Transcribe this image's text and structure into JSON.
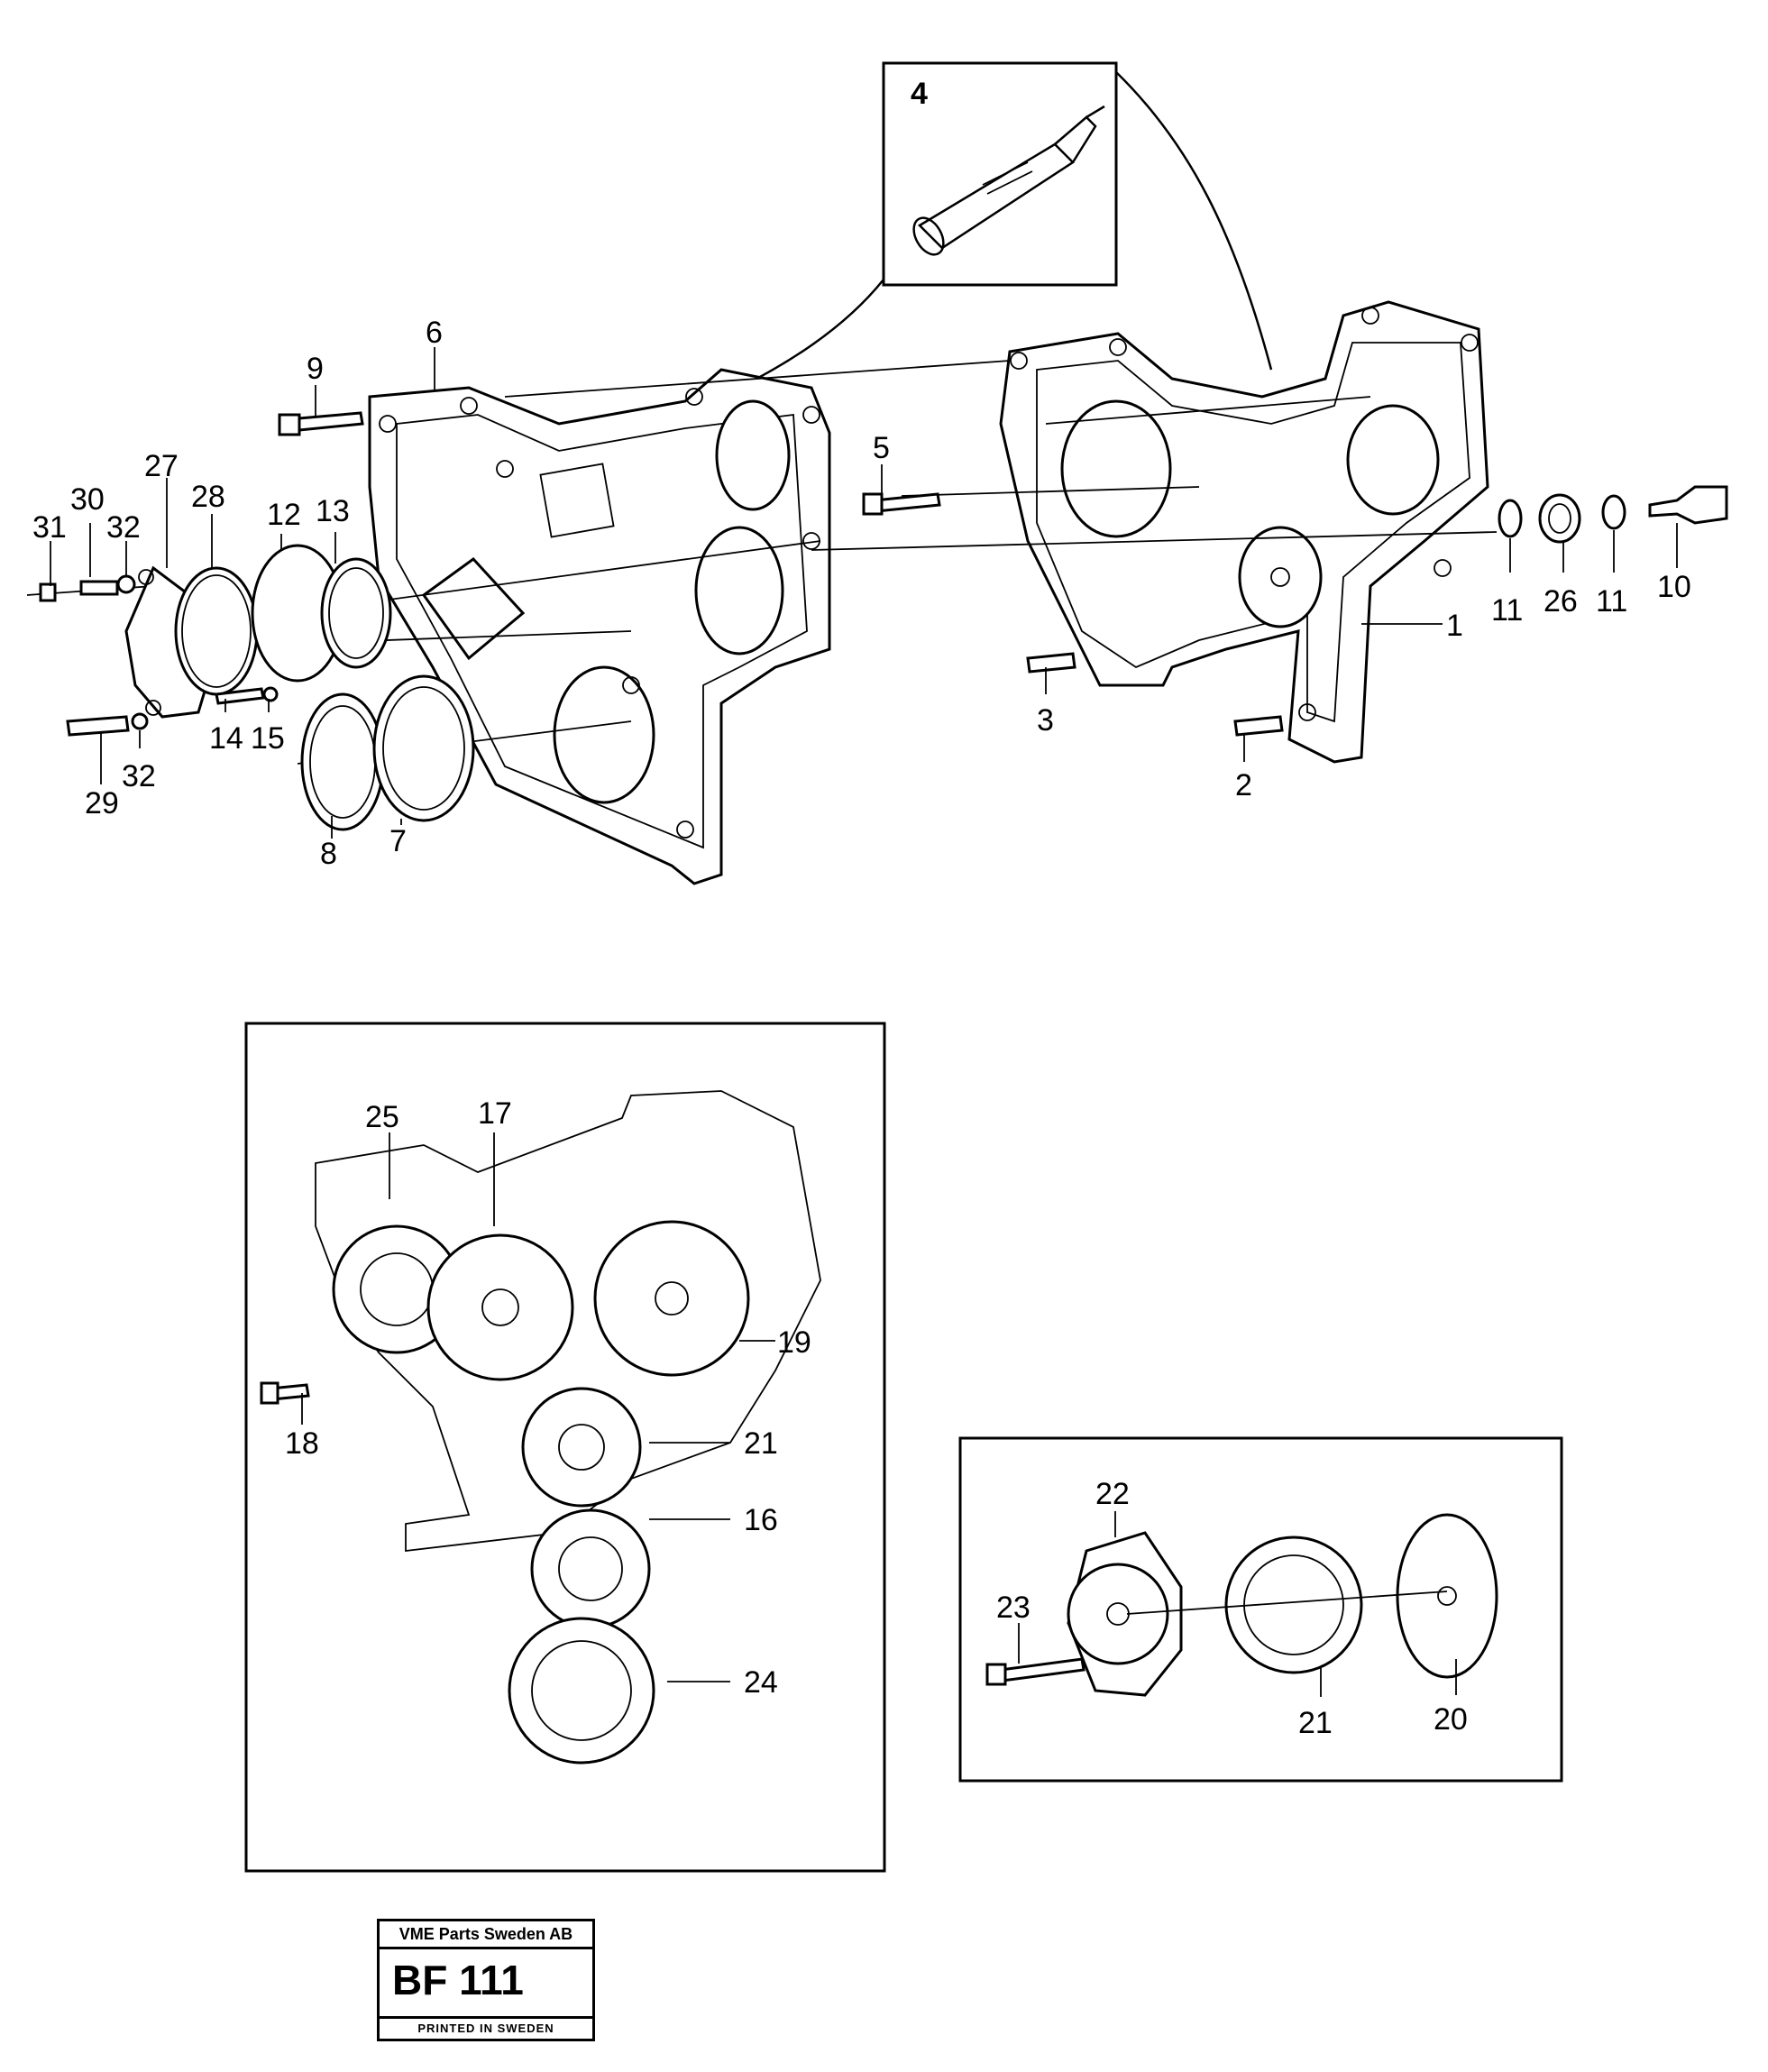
{
  "callouts": {
    "main": [
      "1",
      "2",
      "3",
      "4",
      "5",
      "6",
      "7",
      "8",
      "9",
      "10",
      "11",
      "11",
      "12",
      "13",
      "14",
      "15",
      "26",
      "27",
      "28",
      "29",
      "30",
      "31",
      "32",
      "32"
    ],
    "gear_inset": [
      "16",
      "17",
      "18",
      "19",
      "21",
      "24",
      "25"
    ],
    "hub_inset": [
      "20",
      "21",
      "22",
      "23"
    ]
  },
  "stamp": {
    "company": "VME Parts Sweden AB",
    "code": "BF 111",
    "printed": "PRINTED IN SWEDEN"
  }
}
